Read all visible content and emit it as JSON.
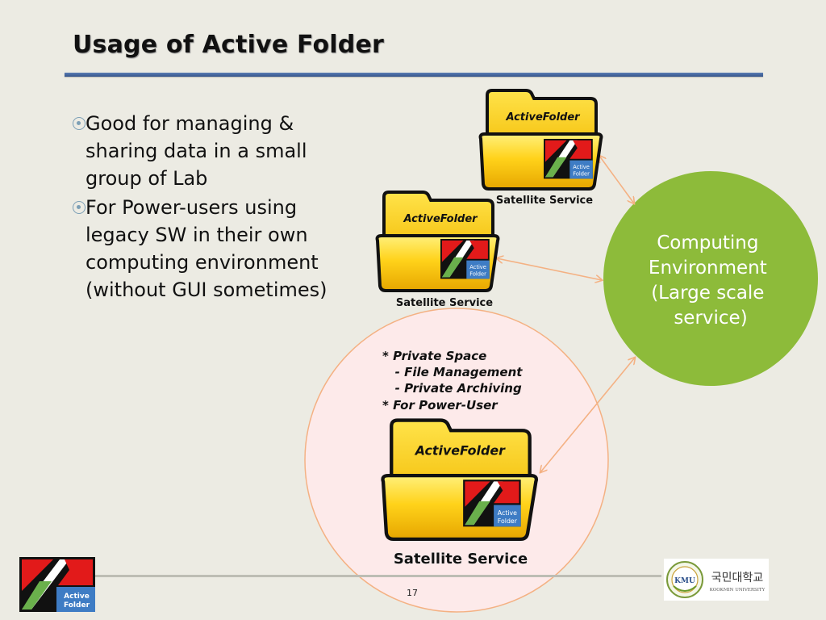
{
  "title": "Usage of Active Folder",
  "bullets": [
    {
      "lines": [
        "Good for managing &",
        "sharing data in a small",
        "group of Lab"
      ]
    },
    {
      "lines": [
        "For Power-users using",
        "legacy SW in their own",
        "computing environment",
        "(without GUI sometimes)"
      ]
    }
  ],
  "folders": [
    {
      "label": "ActiveFolder",
      "caption": "Satellite Service",
      "badge": [
        "Active",
        "Folder"
      ]
    },
    {
      "label": "ActiveFolder",
      "caption": "Satellite Service",
      "badge": [
        "Active",
        "Folder"
      ]
    },
    {
      "label": "ActiveFolder",
      "caption": "Satellite Service",
      "badge": [
        "Active",
        "Folder"
      ]
    }
  ],
  "computing_circle": {
    "lines": [
      "Computing",
      "Environment",
      "(Large scale",
      "service)"
    ],
    "color": "#8dbb3a"
  },
  "private_space": {
    "lines": [
      "* Private Space",
      "   - File Management",
      "   - Private Archiving",
      "* For Power-User"
    ],
    "fill": "#fdeaea",
    "stroke": "#f4b183"
  },
  "logo": {
    "lines": [
      "Active",
      "Folder"
    ]
  },
  "footer": {
    "page_number": "17",
    "university": {
      "korean": "국민대학교",
      "english": "KOOKMIN UNIVERSITY",
      "seal": "KMU"
    }
  },
  "colors": {
    "folder_yellow": "#ffd21a",
    "folder_outline": "#111111",
    "arrow": "#f4b183",
    "title_rule": "#3f5f94"
  }
}
